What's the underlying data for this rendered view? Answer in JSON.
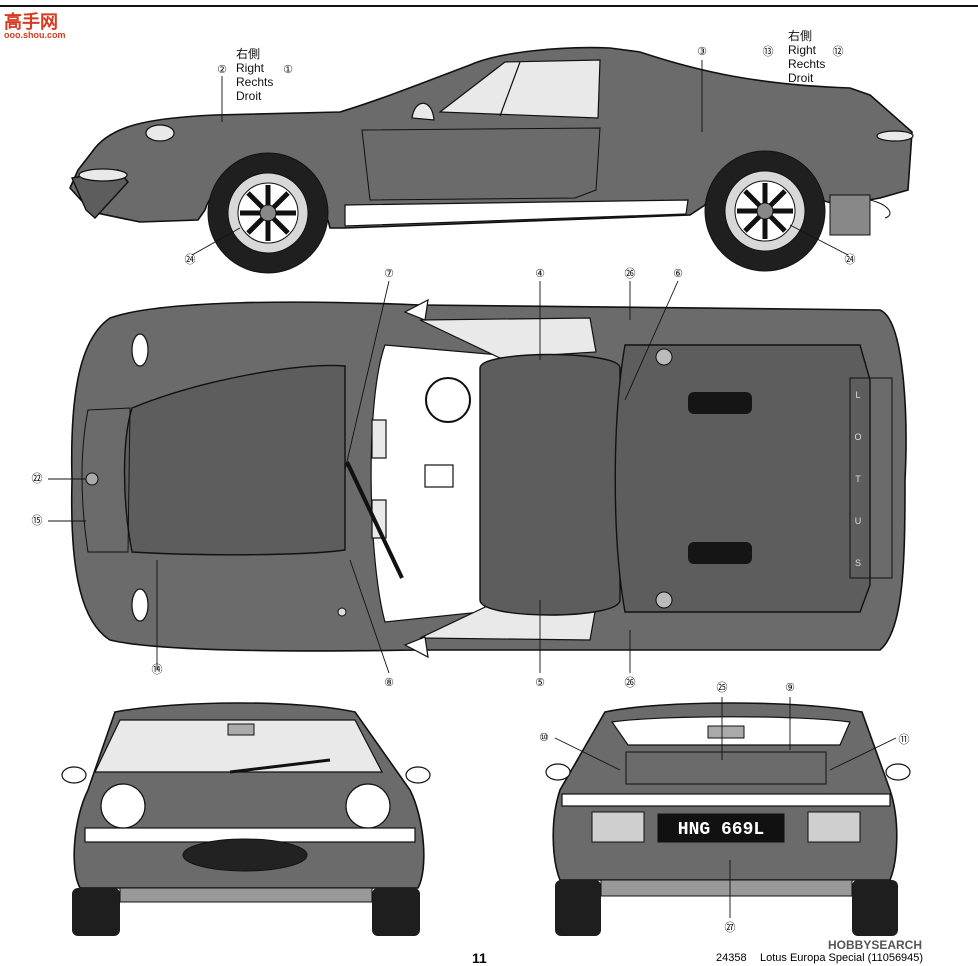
{
  "watermark_top": {
    "name": "高手网",
    "domain": "ooo.shou.com"
  },
  "watermark_bottom": {
    "brand": "HOBBYSEARCH"
  },
  "side_labels_front": {
    "jp": "右側",
    "en": "Right",
    "de": "Rechts",
    "fr": "Droit"
  },
  "side_labels_rear": {
    "jp": "右側",
    "en": "Right",
    "de": "Rechts",
    "fr": "Droit"
  },
  "plate": "HNG 669L",
  "footer": {
    "page_number": "11",
    "code": "24358",
    "title": "Lotus Europa Special (11056945)"
  },
  "callouts": {
    "c1": "①",
    "c2": "②",
    "c3": "③",
    "c4": "④",
    "c5": "⑤",
    "c6": "⑥",
    "c7": "⑦",
    "c8": "⑧",
    "c9": "⑨",
    "c10": "⑩",
    "c11": "⑪",
    "c12": "⑫",
    "c13": "⑬",
    "c14": "⑭",
    "c15": "⑮",
    "c22": "㉒",
    "c24a": "㉔",
    "c24b": "㉔",
    "c25": "㉕",
    "c26a": "㉖",
    "c26b": "㉖",
    "c27": "㉗"
  },
  "deck_letters": [
    "L",
    "O",
    "T",
    "U",
    "S"
  ]
}
